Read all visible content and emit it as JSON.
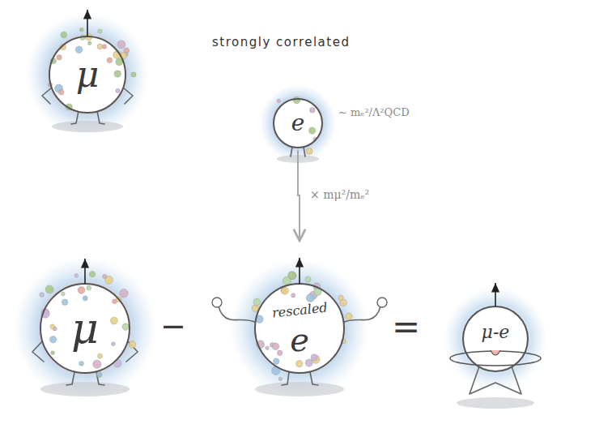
{
  "diagram": {
    "nodes": [
      {
        "text": [
          "μ"
        ]
      },
      {
        "text": [
          "e"
        ]
      },
      {
        "text": [
          "μ"
        ]
      },
      {
        "text": [
          "rescaled",
          "e"
        ]
      },
      {
        "text": [
          "μ-e"
        ]
      }
    ],
    "edges": [
      {
        "from": 1,
        "to": 3,
        "arrow": "to",
        "label": "× mμ²/mₑ²"
      }
    ],
    "labels": [
      "strongly correlated",
      "~ mₑ²/Λ²QCD",
      "−",
      "="
    ]
  }
}
